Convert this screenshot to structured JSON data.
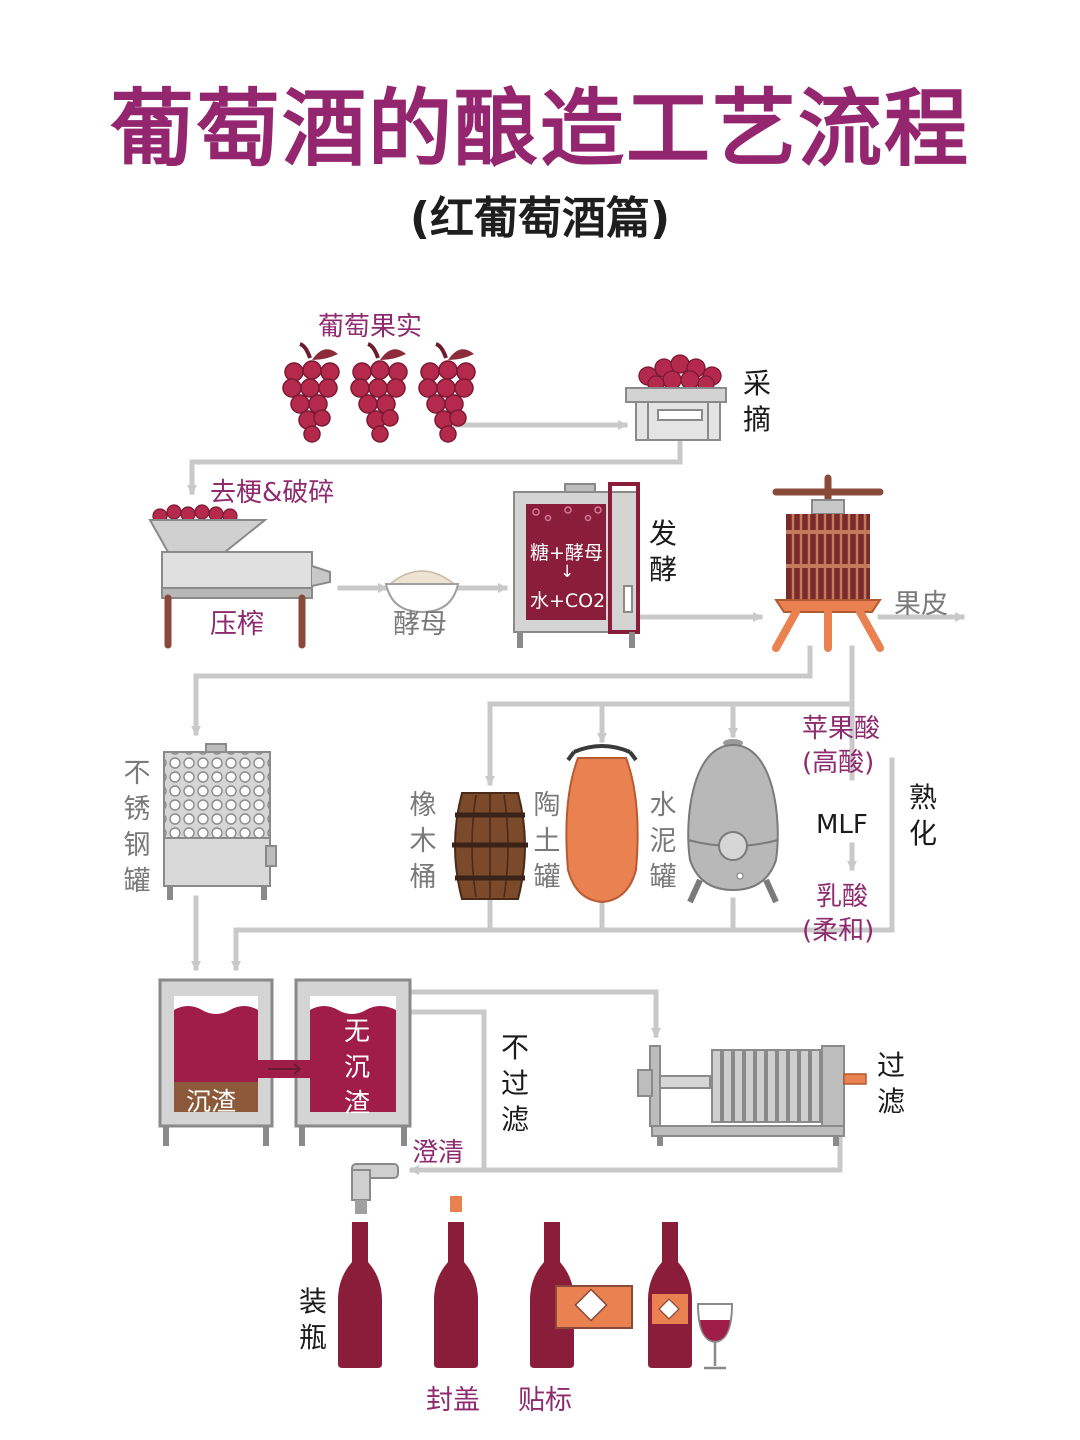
{
  "header": {
    "title": "葡萄酒的酿造工艺流程",
    "subtitle": "(红葡萄酒篇)"
  },
  "labels": {
    "grape_fruit": "葡萄果实",
    "harvest": "采摘",
    "destem_crush": "去梗&破碎",
    "press": "压榨",
    "yeast": "酵母",
    "fermentation": "发酵",
    "sugar_yeast": "糖+酵母",
    "arrow_down": "↓",
    "water_co2": "水+CO2",
    "skins": "果皮",
    "stainless_tank": "不锈钢罐",
    "oak_barrel": "橡木桶",
    "clay_jar": "陶土罐",
    "concrete_tank": "水泥罐",
    "malic_acid": "苹果酸",
    "high_acid": "(高酸)",
    "mlf": "MLF",
    "lactic_acid": "乳酸",
    "soft": "(柔和)",
    "aging": "熟化",
    "sediment": "沉渣",
    "no_sediment": "无沉渣",
    "clarify": "澄清",
    "no_filter": "不过滤",
    "filter": "过滤",
    "bottling": "装瓶",
    "capping": "封盖",
    "labeling": "贴标"
  },
  "colors": {
    "title": "#94256f",
    "accent": "#8e2b6f",
    "grape": "#b5294c",
    "wine": "#8a1d3a",
    "gray_line": "#c9c9c9",
    "machine_gray": "#bdbdbd",
    "clay": "#e98150"
  }
}
